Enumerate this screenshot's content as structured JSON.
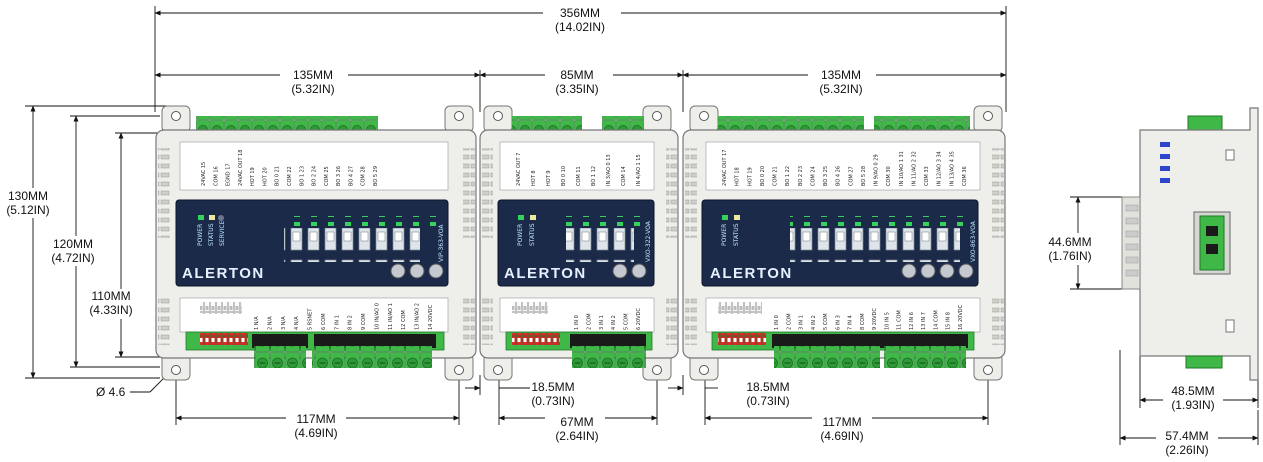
{
  "drawing": {
    "overall": {
      "mm": "356MM",
      "in": "(14.02IN)"
    },
    "module_left_width": {
      "mm": "135MM",
      "in": "(5.32IN)"
    },
    "module_mid_width": {
      "mm": "85MM",
      "in": "(3.35IN)"
    },
    "module_right_width": {
      "mm": "135MM",
      "in": "(5.32IN)"
    },
    "height_130": {
      "mm": "130MM",
      "in": "(5.12IN)"
    },
    "height_120": {
      "mm": "120MM",
      "in": "(4.72IN)"
    },
    "height_110": {
      "mm": "110MM",
      "in": "(4.33IN)"
    },
    "hole_diameter": "Ø 4.6",
    "mount_left": {
      "mm": "117MM",
      "in": "(4.69IN)"
    },
    "offset_mid": {
      "mm": "18.5MM",
      "in": "(0.73IN)"
    },
    "mount_mid": {
      "mm": "67MM",
      "in": "(2.64IN)"
    },
    "offset_right": {
      "mm": "18.5MM",
      "in": "(0.73IN)"
    },
    "mount_right": {
      "mm": "117MM",
      "in": "(4.69IN)"
    },
    "side_rail": {
      "mm": "44.6MM",
      "in": "(1.76IN)"
    },
    "side_depth_a": {
      "mm": "48.5MM",
      "in": "(1.93IN)"
    },
    "side_depth_b": {
      "mm": "57.4MM",
      "in": "(2.26IN)"
    }
  },
  "modules": {
    "left": {
      "brand": "ALERTON",
      "model": "VIP-363-VOA",
      "indicators": [
        "POWER",
        "STATUS",
        "SERVICE"
      ],
      "top_labels": [
        "24VAC 15",
        "COM 16",
        "EGND 17",
        "24VAC OUT 18",
        "HOT 19",
        "HOT 20",
        "BO 0 21",
        "COM 22",
        "BO 1 23",
        "BO 2 24",
        "COM 25",
        "BO 3 26",
        "BO 4 27",
        "COM 28",
        "BO 5 29"
      ],
      "bottom_labels": [
        "1 N/A",
        "2 N/A",
        "3 N/A",
        "4 N/A",
        "5 RSNET",
        "6 COM",
        "7 IN 1",
        "8 IN 2",
        "9 COM",
        "10 IN/AO 0",
        "11 IN/AO 1",
        "12 COM",
        "13 IN/AO 2",
        "14 20VDC"
      ]
    },
    "mid": {
      "brand": "ALERTON",
      "model": "VXO-322-VOA",
      "indicators": [
        "POWER",
        "STATUS"
      ],
      "top_labels": [
        "24VAC OUT 7",
        "HOT 8",
        "HOT 9",
        "BO 0 10",
        "COM 11",
        "BO 1 12",
        "IN 3/AO 0 13",
        "COM 14",
        "IN 4/AO 1 15"
      ],
      "bottom_labels": [
        "1 IN 0",
        "2 COM",
        "3 IN 1",
        "4 IN 2",
        "5 COM",
        "6 20VDC"
      ]
    },
    "right": {
      "brand": "ALERTON",
      "model": "VXO-863-VOA",
      "indicators": [
        "POWER",
        "STATUS"
      ],
      "top_labels": [
        "24VAC OUT 17",
        "HOT 18",
        "HOT 19",
        "BO 0 20",
        "COM 21",
        "BO 1 22",
        "BO 2 23",
        "COM 24",
        "BO 3 25",
        "BO 4 26",
        "COM 27",
        "BO 5 28",
        "IN 9/AO 0 29",
        "COM 30",
        "IN 10/AO 1 31",
        "IN 11/AO 2 32",
        "COM 33",
        "IN 12/AO 3 34",
        "IN 13/AO 4 35",
        "COM 36"
      ],
      "bottom_labels": [
        "1 IN 0",
        "2 COM",
        "3 IN 1",
        "4 IN 2",
        "5 COM",
        "6 IN 3",
        "7 IN 4",
        "8 COM",
        "9 20VDC",
        "10 IN 5",
        "11 COM",
        "12 IN 6",
        "13 IN 7",
        "14 COM",
        "15 IN 8",
        "16 20VDC"
      ]
    }
  },
  "colors": {
    "terminal_green": "#3fb847",
    "panel_navy": "#1c2a4a",
    "dip_red": "#e02b2b",
    "housing": "#eeeeea",
    "led_green": "#36d15b"
  }
}
